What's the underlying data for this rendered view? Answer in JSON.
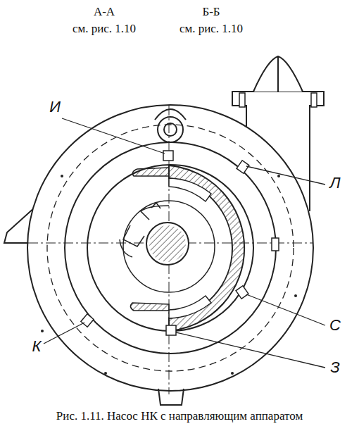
{
  "diagram": {
    "caption": "Рис. 1.11. Насос НК с направляющим аппаратом",
    "labels": [
      "А-А",
      "Б-Б",
      "см. рис. 1.10",
      "см. рис. 1.10",
      "И",
      "Л",
      "С",
      "К",
      "З"
    ]
  }
}
